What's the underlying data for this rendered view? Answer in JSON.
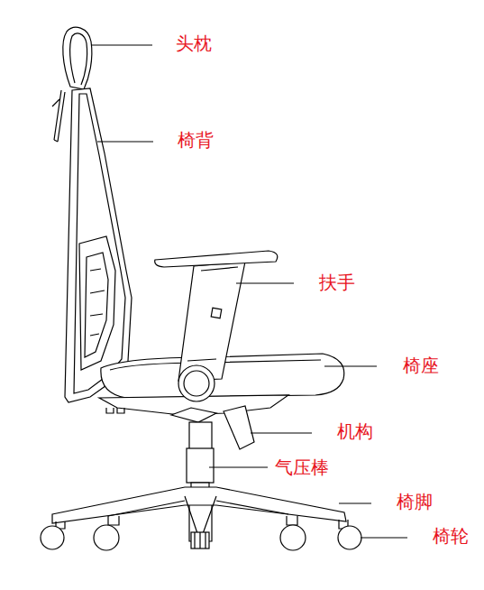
{
  "diagram": {
    "labels": [
      "头枕",
      "椅背",
      "扶手",
      "椅座",
      "机构",
      "气压棒",
      "椅脚",
      "椅轮"
    ]
  }
}
